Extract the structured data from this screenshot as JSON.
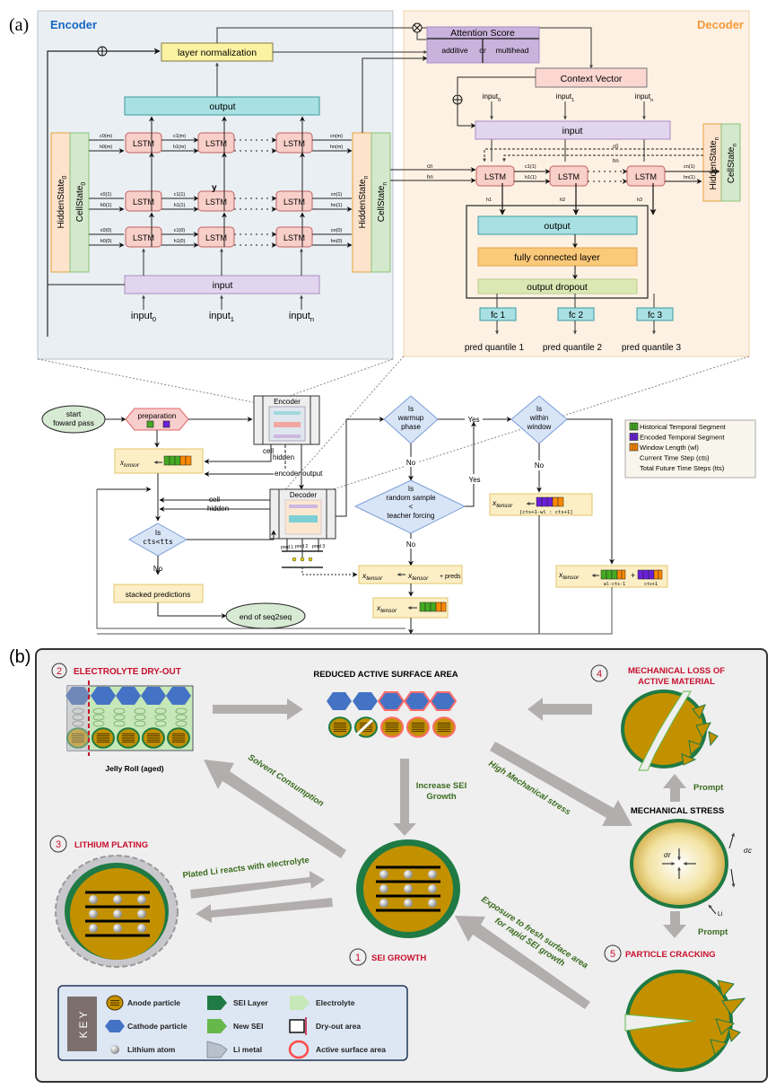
{
  "panel_a": {
    "label": "(a)",
    "encoder": {
      "title": "Encoder",
      "layer_norm": "layer normalization",
      "output": "output",
      "input": "input",
      "lstm": "LSTM",
      "hidden_state_0": "HiddenState0",
      "cell_state_0": "CellState0",
      "hidden_state_n": "HiddenStaten",
      "cell_state_n": "CellStaten",
      "inputs": [
        "input0",
        "input1",
        "inputn"
      ],
      "y_label": "y",
      "edge_labels": {
        "c0m": "c0(m)",
        "h0m": "h0(m)",
        "c1m": "c1(m)",
        "h1m": "h1(m)",
        "cnm": "cn(m)",
        "hnm": "hn(m)",
        "c01": "c0(1)",
        "h01": "h0(1)",
        "c11": "c1(1)",
        "h11": "h1(1)",
        "cn1": "cn(1)",
        "hn1": "hn(1)",
        "c00": "c0(0)",
        "h00": "h0(0)",
        "c10": "c1(0)",
        "h10": "h1(0)",
        "cn0": "cn(0)",
        "hn0": "hn(0)"
      }
    },
    "decoder": {
      "title": "Decoder",
      "attention_title": "Attention Score",
      "attention_opt1": "additive",
      "attention_or": "or",
      "attention_opt2": "multihead",
      "context_vector": "Context Vector",
      "input": "input",
      "inputs": [
        "input0",
        "input1",
        "inputn"
      ],
      "lstm": "LSTM",
      "hidden_state_n": "HiddenStaten",
      "cell_state_n": "CellStaten",
      "output": "output",
      "fc_layer": "fully connected layer",
      "dropout": "output dropout",
      "fc": [
        "fc 1",
        "fc 2",
        "fc 3"
      ],
      "preds": [
        "pred quantile 1",
        "pred quantile 2",
        "pred quantile 3"
      ],
      "edge_labels": {
        "cn": "cn",
        "hn": "hn",
        "c1": "c1(1)",
        "h1": "h1(1)",
        "cn1": "cn(1)",
        "hn1": "hn(1)",
        "h_1": "h1",
        "h_2": "h2",
        "h_3": "h3",
        "c0": "c0",
        "hn_top": "hn"
      }
    },
    "flow": {
      "start": "start\nfoward pass",
      "preparation": "preparation",
      "encoder": "Encoder",
      "decoder": "Decoder",
      "x_tensor": "x_tensor",
      "cell": "cell",
      "hidden": "hidden",
      "encoder_output": "encoder output",
      "warmup": [
        "Is",
        "warmup",
        "phase"
      ],
      "within": [
        "Is",
        "within",
        "window"
      ],
      "random": [
        "Is",
        "random sample",
        "<",
        "teacher forcing"
      ],
      "cts_check": [
        "Is",
        "cts<tts"
      ],
      "yes": "Yes",
      "no": "No",
      "stacked": "stacked predictions",
      "end": "end of seq2seq",
      "plus_preds": "+ preds",
      "pred_labels": [
        "pred 1",
        "pred 2",
        "pred 3"
      ],
      "slice_label": "[cts+1-wl : cts+1]",
      "wl_cts_label": "wl-cts-1",
      "cts1_label": "cts+1",
      "plus": "+"
    },
    "legend": [
      {
        "label": "Historical Temporal Segment",
        "color": "#44aa22"
      },
      {
        "label": "Encoded Temporal Segment",
        "color": "#6a1fd8"
      },
      {
        "label": "Window Length (wl)",
        "color": "#ff8800"
      },
      {
        "label": "Current Time Step (cts)",
        "color": ""
      },
      {
        "label": "Total Future Time Steps (tts)",
        "color": ""
      }
    ]
  },
  "panel_b": {
    "label": "(b)",
    "mechanisms": [
      {
        "num": "1",
        "title": "SEI GROWTH"
      },
      {
        "num": "2",
        "title": "ELECTROLYTE DRY-OUT"
      },
      {
        "num": "3",
        "title": "LITHIUM PLATING"
      },
      {
        "num": "4",
        "title": "MECHANICAL LOSS OF ACTIVE MATERIAL"
      },
      {
        "num": "5",
        "title": "PARTICLE CRACKING"
      }
    ],
    "mech4_line1": "MECHANICAL LOSS OF",
    "mech4_line2": "ACTIVE MATERIAL",
    "reduced_area": "REDUCED ACTIVE SURFACE AREA",
    "mechanical_stress": "MECHANICAL STRESS",
    "jelly_roll": "Jelly Roll (aged)",
    "arrows": {
      "solvent": "Solvent Consumption",
      "increase_sei_1": "Increase SEI",
      "increase_sei_2": "Growth",
      "high_mech": "High Mechanical stress",
      "plated_li": "Plated Li reacts with electrolyte",
      "exposure_1": "Exposure to fresh surface area",
      "exposure_2": "for rapid SEI growth",
      "prompt": "Prompt"
    },
    "sigma_r": "σr",
    "sigma_c": "σc",
    "li": "Li",
    "key": {
      "title": "KEY",
      "items": [
        "Anode particle",
        "SEI Layer",
        "Electrolyte",
        "Cathode particle",
        "New SEI",
        "Dry-out area",
        "Lithium atom",
        "Li metal",
        "Active surface area"
      ]
    },
    "colors": {
      "red": "#c8102e",
      "green_text": "#3a6b1e",
      "anode": "#c39100",
      "sei": "#1f7a44",
      "new_sei": "#66b84a",
      "cathode": "#4472c4",
      "electrolyte": "#c6e8b8"
    }
  }
}
